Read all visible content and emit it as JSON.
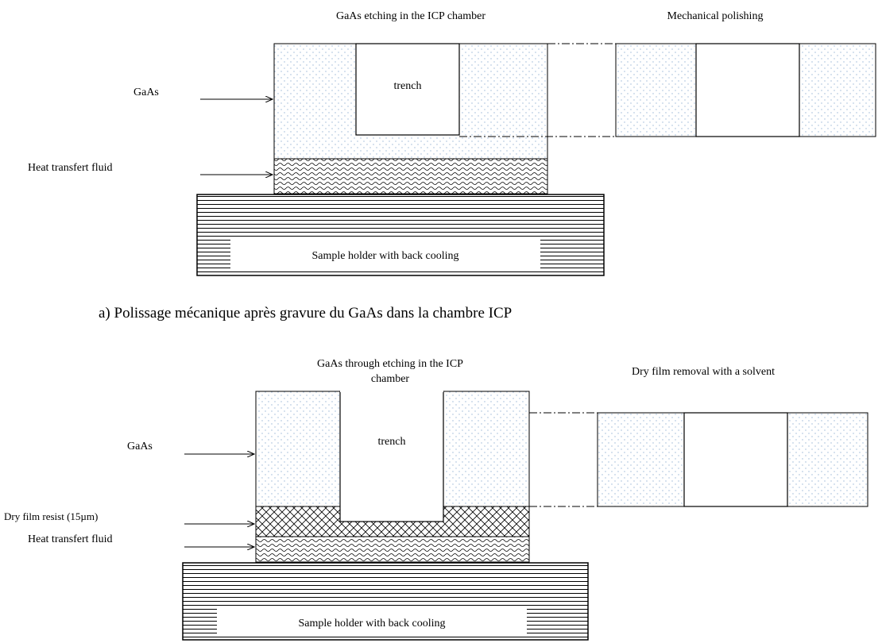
{
  "diagram_a": {
    "title_left": "GaAs etching in the ICP chamber",
    "title_right": "Mechanical polishing",
    "label_gaas": "GaAs",
    "label_heat": "Heat transfert fluid",
    "trench": "trench",
    "holder": "Sample holder with back cooling",
    "caption": "a) Polissage mécanique après gravure du GaAs dans la chambre ICP"
  },
  "diagram_b": {
    "title_left_line1": "GaAs through etching in the ICP",
    "title_left_line2": "chamber",
    "title_right": "Dry film removal with a solvent",
    "label_gaas": "GaAs",
    "label_dry_film": "Dry film resist (15µm)",
    "label_heat": "Heat transfert fluid",
    "trench": "trench",
    "holder": "Sample holder with back cooling"
  },
  "colors": {
    "gaas_dots": "#9bb7d6",
    "stroke": "#000000"
  }
}
